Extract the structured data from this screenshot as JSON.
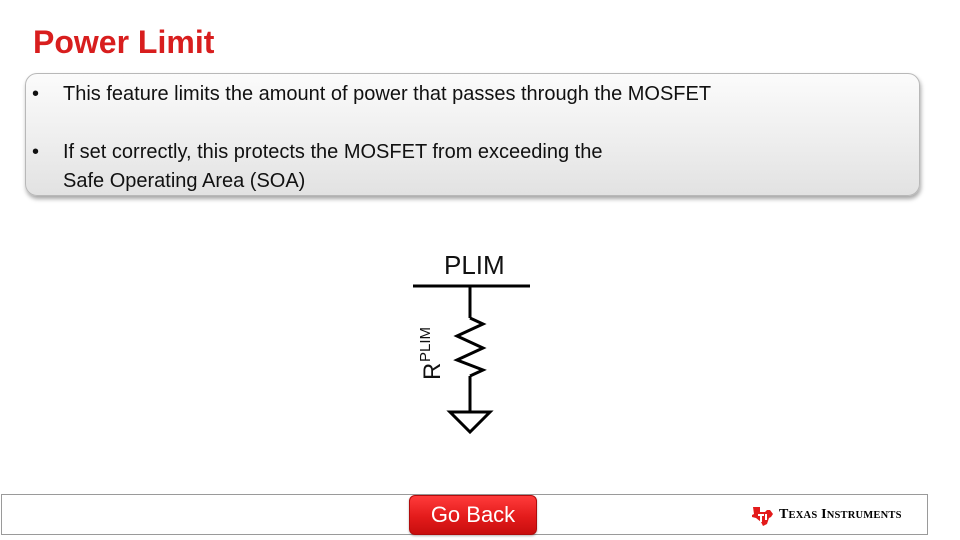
{
  "slide": {
    "title": "Power Limit",
    "bullets": [
      {
        "marker": "•",
        "text": "This feature limits the amount of power that passes through the MOSFET"
      },
      {
        "marker": "•",
        "text": "If set correctly, this protects the MOSFET from exceeding the\nSafe Operating Area (SOA)"
      }
    ]
  },
  "schematic": {
    "pin_label": "PLIM",
    "resistor_label_main": "R",
    "resistor_label_subscript": "PLIM"
  },
  "footer": {
    "go_back_label": "Go Back",
    "logo": {
      "text_initial_1": "T",
      "text_rest_1": "EXAS",
      "text_initial_2": "I",
      "text_rest_2": "NSTRUMENTS",
      "color": "#e31b1b"
    }
  },
  "colors": {
    "title": "#d81e1e",
    "button": "#e31b1b"
  }
}
